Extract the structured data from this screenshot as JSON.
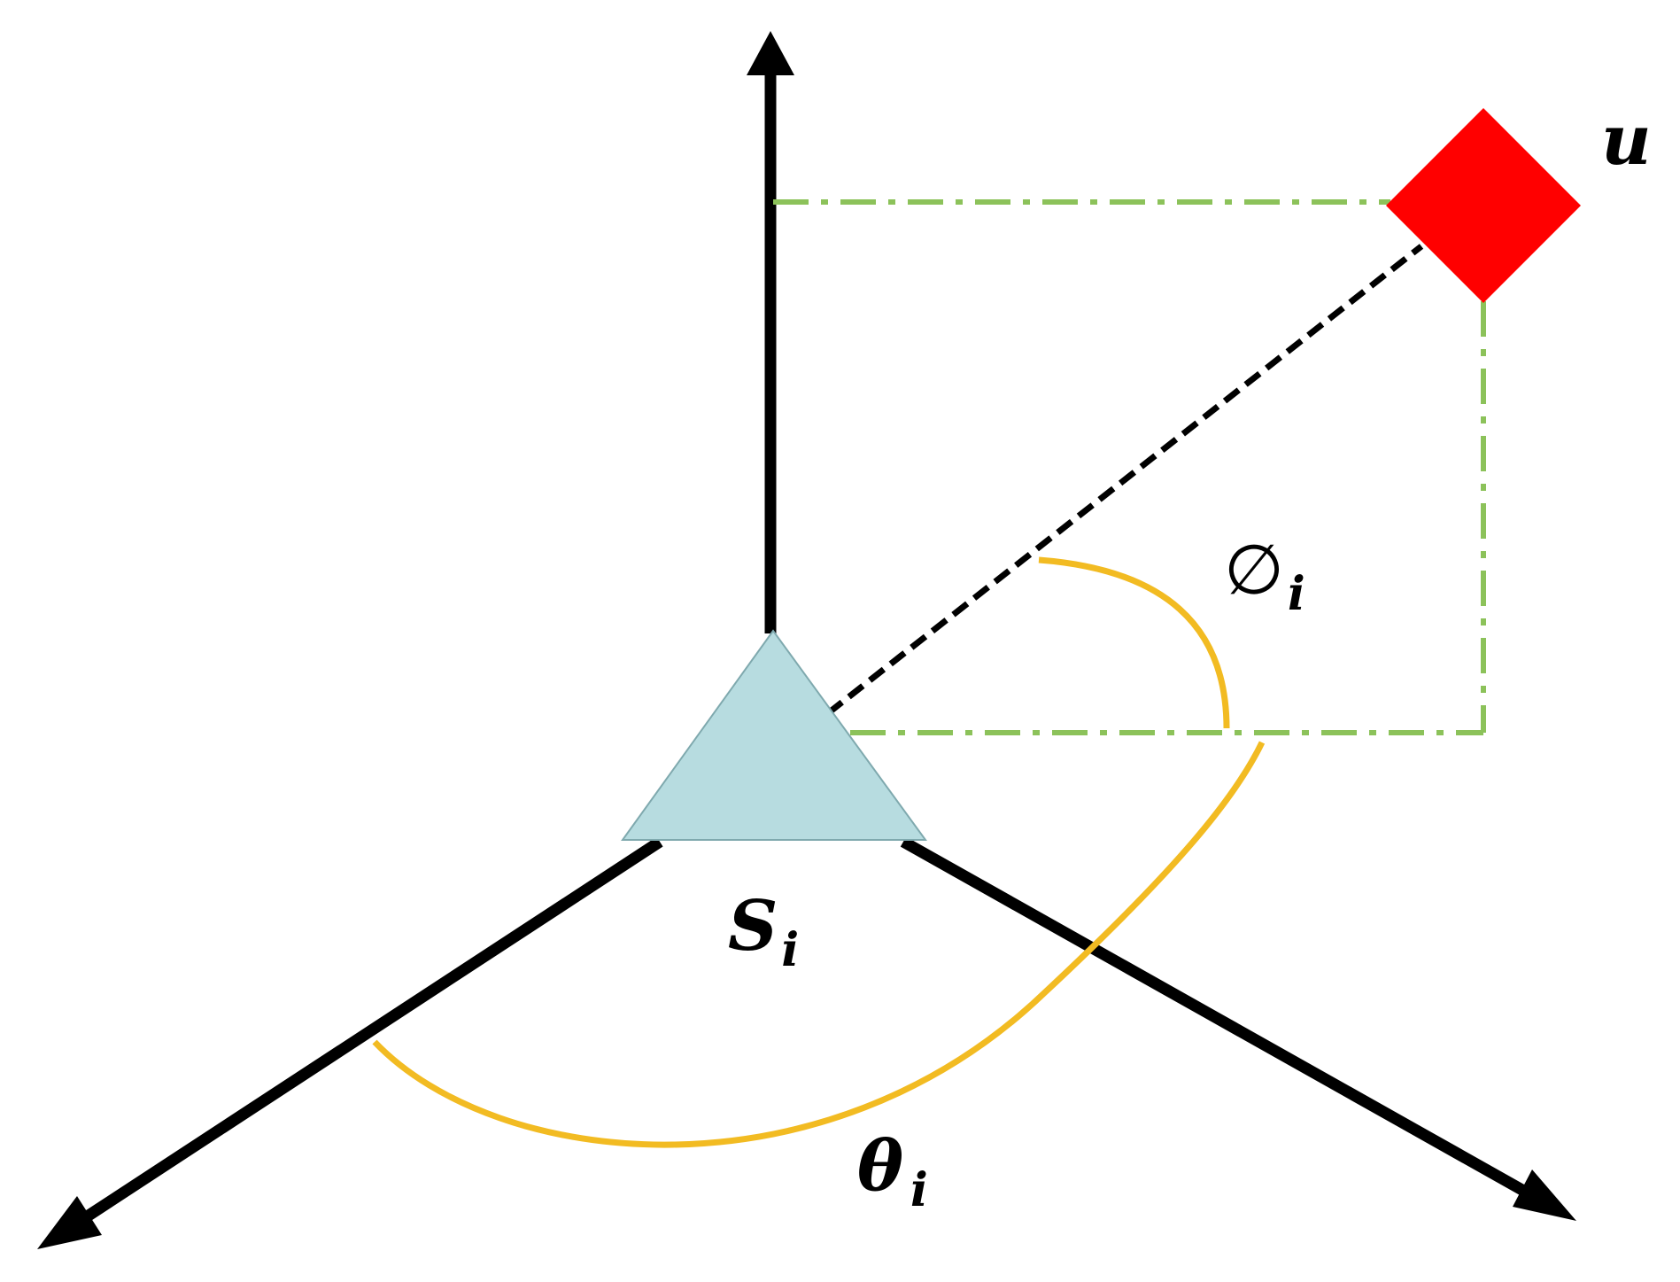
{
  "labels": {
    "target": "u",
    "sensor_main": "S",
    "sensor_sub": "i",
    "elevation_main": "∅",
    "elevation_sub": "i",
    "azimuth_main": "θ",
    "azimuth_sub": "i"
  },
  "colors": {
    "axis": "#000000",
    "projection": "#8CC25A",
    "angle_arc": "#F2BB22",
    "sight_line": "#000000",
    "target_marker": "#FF0000",
    "sensor_marker": "#B7DCE0",
    "sensor_outline": "#7FA9AE"
  },
  "shapes": {
    "target": "diamond",
    "sensor": "triangle"
  }
}
